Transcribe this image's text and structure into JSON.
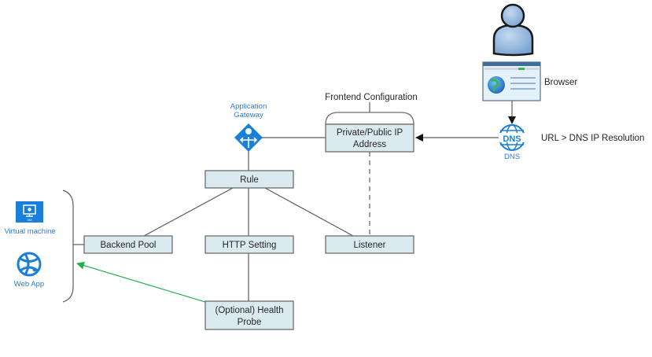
{
  "nodes": {
    "user": {
      "label": ""
    },
    "browser": {
      "label": "Browser"
    },
    "dns": {
      "icon_text": "DNS",
      "caption": "DNS",
      "note": "URL > DNS IP Resolution"
    },
    "frontend": {
      "title": "Frontend Configuration",
      "line1": "Private/Public IP",
      "line2": "Address"
    },
    "app_gateway": {
      "line1": "Application",
      "line2": "Gateway"
    },
    "rule": {
      "label": "Rule"
    },
    "backend_pool": {
      "label": "Backend Pool"
    },
    "http_setting": {
      "label": "HTTP Setting"
    },
    "listener": {
      "label": "Listener"
    },
    "health_probe": {
      "line1": "(Optional) Health",
      "line2": "Probe"
    },
    "virtual_machine": {
      "caption": "Virtual machine",
      "badge": "VM"
    },
    "web_app": {
      "caption": "Web App"
    }
  },
  "edges": [
    {
      "from": "browser",
      "to": "dns",
      "style": "arrow"
    },
    {
      "from": "dns",
      "to": "frontend",
      "style": "arrow"
    },
    {
      "from": "frontend",
      "to": "app_gateway",
      "style": "line"
    },
    {
      "from": "frontend",
      "to": "listener",
      "style": "dashed"
    },
    {
      "from": "app_gateway",
      "to": "rule",
      "style": "line"
    },
    {
      "from": "rule",
      "to": "backend_pool",
      "style": "line"
    },
    {
      "from": "rule",
      "to": "http_setting",
      "style": "line"
    },
    {
      "from": "rule",
      "to": "listener",
      "style": "line"
    },
    {
      "from": "http_setting",
      "to": "health_probe",
      "style": "line"
    },
    {
      "from": "health_probe",
      "to": "backend_targets",
      "style": "green-arrow"
    },
    {
      "from": "backend_pool",
      "to": "backend_targets",
      "style": "line"
    }
  ],
  "colors": {
    "box_fill": "#dbeaf1",
    "box_stroke": "#6d6d6d",
    "azure_blue": "#1a7fd8",
    "probe_arrow": "#22b04b",
    "user_fill": "#8fb2da"
  }
}
